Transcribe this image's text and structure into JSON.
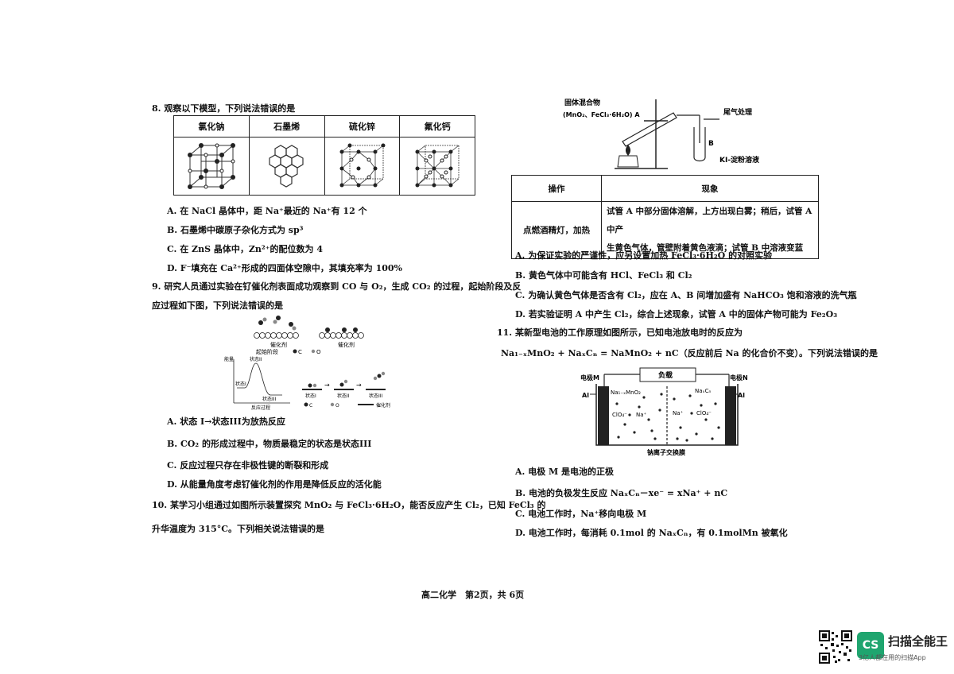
{
  "q8": {
    "stem": "8. 观察以下模型，下列说法错误的是",
    "headers": [
      "氯化钠",
      "石墨烯",
      "硫化锌",
      "氟化钙"
    ],
    "options": {
      "A": "A. 在 NaCl 晶体中，距 Na⁺最近的 Na⁺有 12 个",
      "B": "B. 石墨烯中碳原子杂化方式为 sp³",
      "C": "C. 在 ZnS 晶体中，Zn²⁺的配位数为 4",
      "D": "D. F⁻填充在 Ca²⁺形成的四面体空隙中，其填充率为 100%"
    }
  },
  "q9": {
    "stem1": "9. 研究人员通过实验在钌催化剂表面成功观察到 CO 与 O₂，生成 CO₂ 的过程，起始阶段及反",
    "stem2": "应过程如下图，下列说法错误的是",
    "fig": {
      "catalyst1": "催化剂",
      "start": "起始阶段",
      "catalyst2": "催化剂",
      "c_legend": "C",
      "o_legend": "O",
      "energy": "能量",
      "state2": "状态II",
      "state1": "状态I",
      "state3": "状态III",
      "xaxis": "反应过程",
      "s1": "状态I",
      "s2": "状态II",
      "s3": "状态III",
      "c_legend2": "C",
      "o_legend2": "O",
      "catalyst3": "催化剂"
    },
    "options": {
      "A": "A. 状态 I→状态III为放热反应",
      "B": "B. CO₂ 的形成过程中，物质最稳定的状态是状态III",
      "C": "C. 反应过程只存在非极性键的断裂和形成",
      "D": "D. 从能量角度考虑钌催化剂的作用是降低反应的活化能"
    }
  },
  "q10": {
    "stem1": "10. 某学习小组通过如图所示装置探究 MnO₂ 与 FeCl₃·6H₂O，能否反应产生 Cl₂，已知 FeCl₃ 的",
    "stem2": "升华温度为 315°C。下列相关说法错误的是",
    "fig": {
      "solid": "固体混合物",
      "solid2": "(MnO₂、FeCl₃·6H₂O) A",
      "tail": "尾气处理",
      "b": "B",
      "ki": "KI-淀粉溶液"
    },
    "table": {
      "h1": "操作",
      "h2": "现象",
      "op": "点燃酒精灯，加热",
      "ph1": "试管 A 中部分固体溶解，上方出现白雾；稍后，试管 A 中产",
      "ph2": "生黄色气体，管壁附着黄色液滴；试管 B 中溶液变蓝"
    },
    "options": {
      "A": "A. 为保证实验的严谨性，应另设置加热 FeCl₃·6H₂O 的对照实验",
      "B": "B. 黄色气体中可能含有 HCl、FeCl₃ 和 Cl₂",
      "C": "C. 为确认黄色气体是否含有 Cl₂，应在 A、B 间增加盛有 NaHCO₃ 饱和溶液的洗气瓶",
      "D": "D. 若实验证明 A 中产生 Cl₂，综合上述现象，试管 A 中的固体产物可能为 Fe₂O₃"
    }
  },
  "q11": {
    "stem1": "11. 某新型电池的工作原理如图所示，已知电池放电时的反应为",
    "stem2": "Na₁₋ₓMnO₂ + NaₓCₙ = NaMnO₂ + nC（反应前后 Na 的化合价不变）。下列说法错误的是",
    "fig": {
      "load": "负载",
      "em": "电极M",
      "en": "电极N",
      "al1": "Al",
      "al2": "Al",
      "left_mat": "Na₁₋ₓMnO₂",
      "right_mat": "NaₓCₙ",
      "clo4_l": "ClO₄⁻",
      "na_l": "Na⁺",
      "na_r": "Na⁺",
      "clo4_r": "ClO₄⁻",
      "membrane": "钠离子交换膜"
    },
    "options": {
      "A": "A. 电极 M 是电池的正极",
      "B": "B. 电池的负极发生反应 NaₓCₙ－xe⁻ = xNa⁺ + nC",
      "C": "C. 电池工作时，Na⁺移向电极 M",
      "D": "D. 电池工作时，每消耗 0.1mol 的 NaₓCₙ，有 0.1molMn 被氧化"
    }
  },
  "footer": "高二化学　第2页，共 6页",
  "watermark": {
    "logo": "CS",
    "name": "扫描全能王",
    "sub": "3亿人都在用的扫描App"
  }
}
